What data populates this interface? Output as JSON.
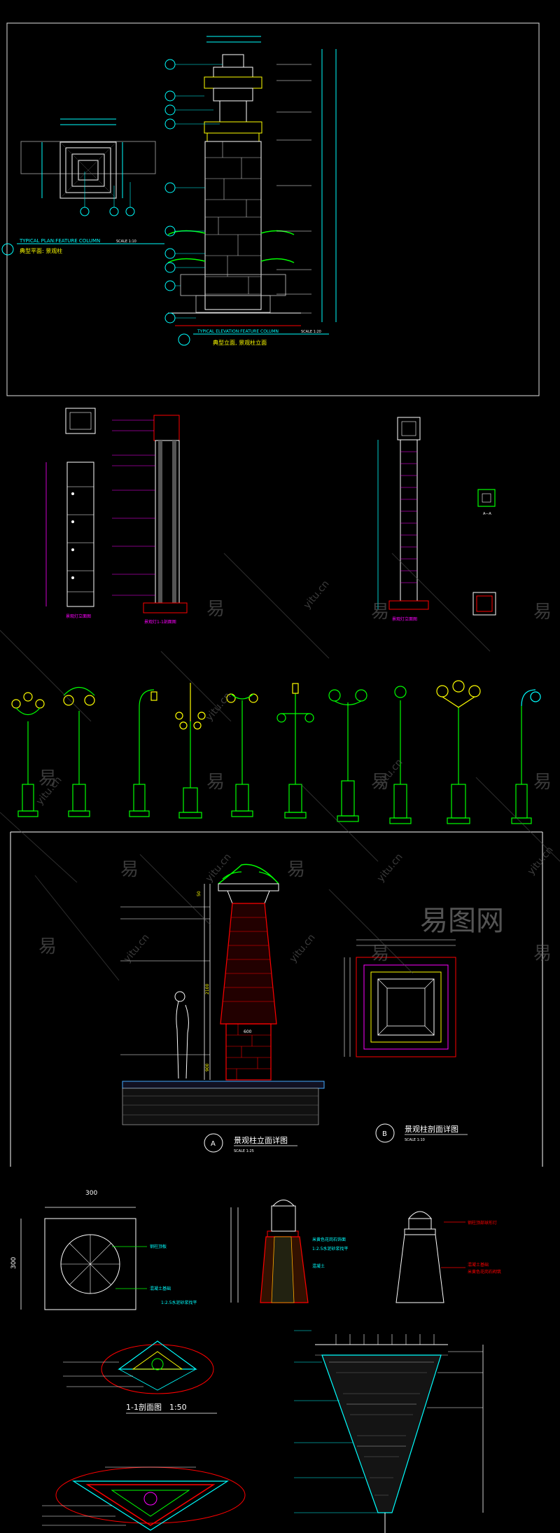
{
  "sheet1": {
    "plan_title": "TYPICAL PLAN:FEATURE COLUMN",
    "plan_subtitle": "典型平面: 景观柱",
    "plan_scale": "SCALE 1:10",
    "elev_title": "TYPICAL ELEVATION:FEATURE COLUMN",
    "elev_subtitle": "典型立面, 景观柱立面",
    "elev_scale": "SCALE 1:20"
  },
  "sheet2": {
    "title_left": "景观灯立面图",
    "title_mid": "景观灯1-1剖面图",
    "title_right": "景观灯立面图",
    "section_tag": "A—A"
  },
  "sheet4": {
    "title_a": "景观柱立面详图",
    "tag_a": "A",
    "scale_a": "SCALE 1:25",
    "title_b": "景观柱剖面详图",
    "tag_b": "B",
    "scale_b": "SCALE 1:10",
    "dim_top": "50",
    "dim_mid": "600",
    "dim_height": "2100",
    "dim_base": "900"
  },
  "sheet5": {
    "dim_300_top": "300",
    "dim_300_side": "300",
    "label_a": "钢柱顶板",
    "label_b": "混凝土基础",
    "label_c": "1:2.5水泥砂浆找平",
    "label_d": "米黄色花岗石饰面",
    "label_e": "1:2.5水泥砂浆找平",
    "label_f": "混凝土",
    "label_g": "钢柱顶部球形灯",
    "label_h": "混凝土基础",
    "label_i": "米黄色花岗石砌筑"
  },
  "sheet6": {
    "section_title": "1-1剖面图　1:50"
  },
  "watermarks": [
    "易",
    "yitu.cn"
  ],
  "logo": "易图网",
  "colors": {
    "background": "#000000",
    "cyan": "#00ffff",
    "magenta": "#ff00ff",
    "yellow": "#ffff00",
    "green": "#00ff00",
    "red": "#ff0000",
    "white": "#ffffff"
  }
}
